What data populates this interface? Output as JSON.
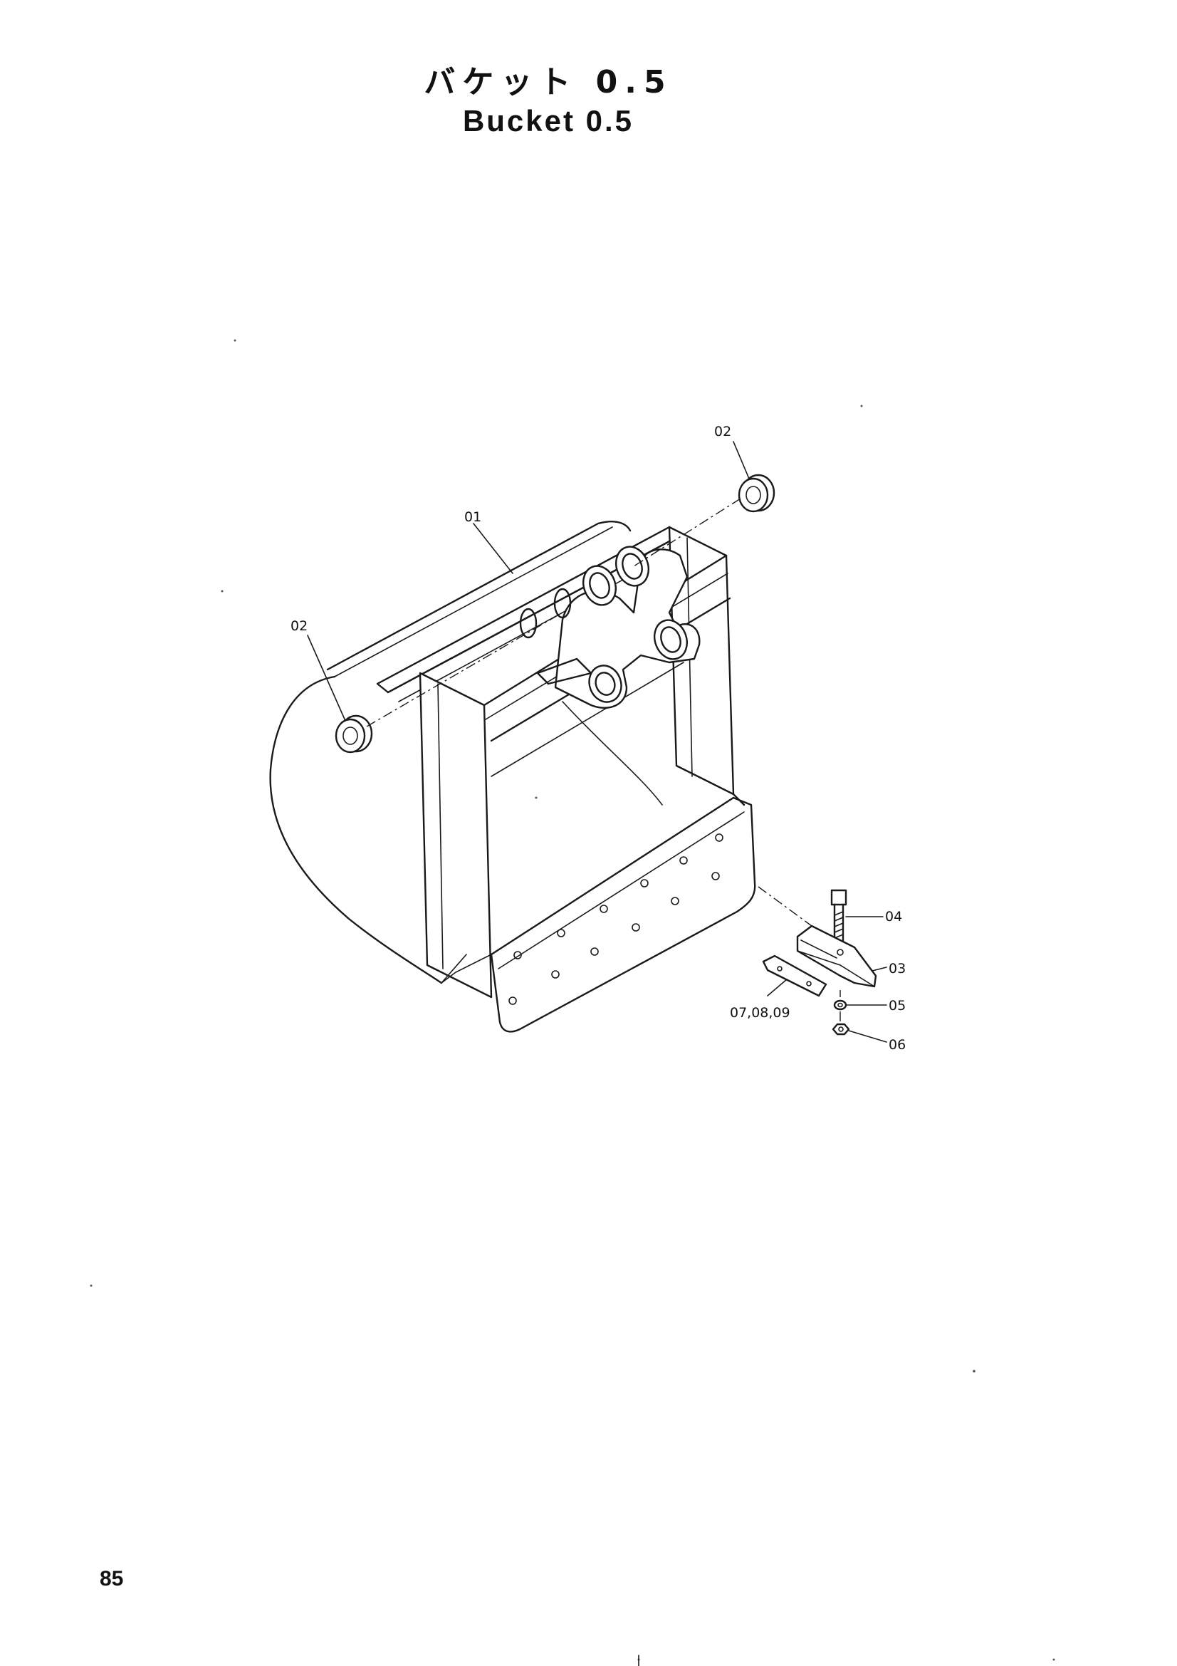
{
  "title": {
    "japanese": "バケット 0.5",
    "english": "Bucket 0.5"
  },
  "page_number": "85",
  "callouts": {
    "bucket": "01",
    "bushing_right": "02",
    "bushing_left": "02",
    "tooth": "03",
    "bolt": "04",
    "washer": "05",
    "nut": "06",
    "side_cutter": "07,08,09"
  }
}
